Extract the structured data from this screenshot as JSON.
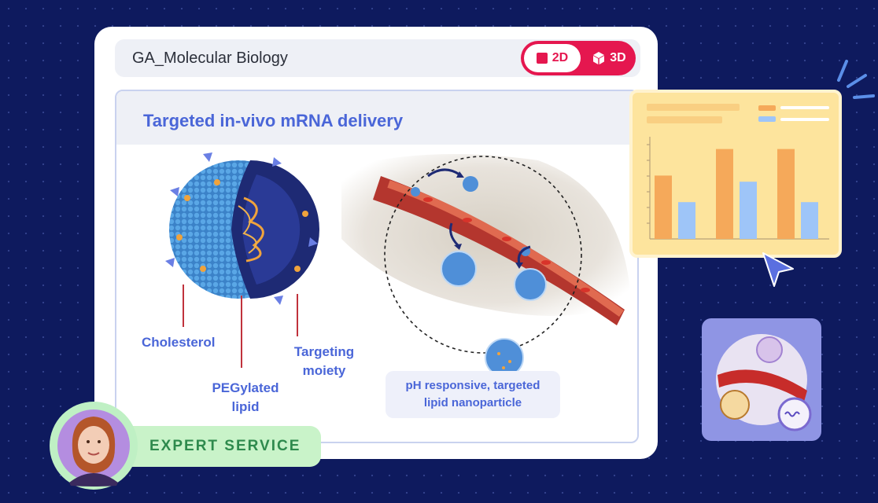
{
  "app": {
    "title": "GA_Molecular Biology"
  },
  "view_toggle": {
    "option_2d": "2D",
    "option_3d": "3D",
    "selected": "2D"
  },
  "figure": {
    "title": "Targeted in-vivo mRNA delivery",
    "labels": {
      "cholesterol": "Cholesterol",
      "pegylated_line1": "PEGylated",
      "pegylated_line2": "lipid",
      "targeting_line1": "Targeting",
      "targeting_line2": "moiety"
    },
    "caption_line1": "pH responsive, targeted",
    "caption_line2": "lipid nanoparticle"
  },
  "badge": {
    "label": "EXPERT SERVICE"
  },
  "colors": {
    "accent": "#e5174f",
    "text_blue": "#4a66d8",
    "bar_orange": "#f5a95a",
    "bar_blue": "#9ec5f8",
    "badge_green": "#2e8a4d"
  },
  "mini_chart": {
    "series": [
      {
        "values": [
          0.62,
          0.88,
          0.88
        ]
      },
      {
        "values": [
          0.36,
          0.56,
          0.36
        ]
      }
    ]
  }
}
